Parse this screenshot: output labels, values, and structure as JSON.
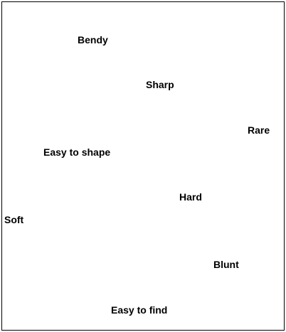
{
  "words": [
    "Bendy",
    "Sharp",
    "Rare",
    "Easy to shape",
    "Hard",
    "Soft",
    "Blunt",
    "Easy to find"
  ]
}
